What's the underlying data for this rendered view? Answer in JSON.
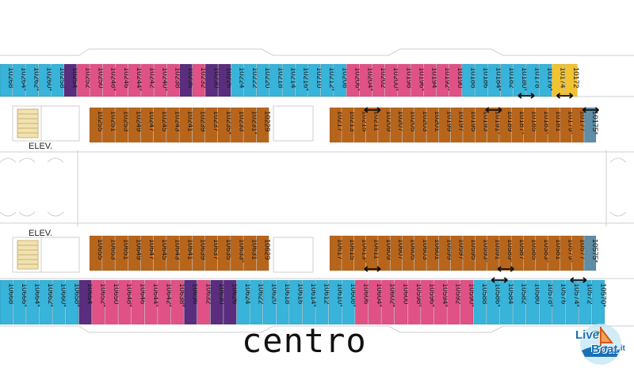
{
  "colors": {
    "cyan": "#38b3d9",
    "pink": "#e05285",
    "purple": "#5a2d7e",
    "orange": "#b8651c",
    "yellow": "#f1c232",
    "slate": "#5f8ea6",
    "hall": "#f4f4f4",
    "line": "#c8c8c8"
  },
  "labels": {
    "title": "centro",
    "elev_top": "ELEV.",
    "elev_bottom": "ELEV.",
    "logo_live": "Live",
    "logo_boat": "Boat",
    "logo_tld": ".it"
  },
  "cabins": {
    "top_outer": [
      {
        "n": "10268",
        "c": "cyan"
      },
      {
        "n": "10264*",
        "c": "cyan"
      },
      {
        "n": "10262*",
        "c": "cyan"
      },
      {
        "n": "10260*",
        "c": "cyan"
      },
      {
        "n": "10258",
        "c": "cyan"
      },
      {
        "n": "10254",
        "c": "purple"
      },
      {
        "n": "10252",
        "c": "pink"
      },
      {
        "n": "10250",
        "c": "pink"
      },
      {
        "n": "10248*",
        "c": "pink"
      },
      {
        "n": "10246",
        "c": "pink"
      },
      {
        "n": "10244*",
        "c": "pink"
      },
      {
        "n": "10242",
        "c": "pink"
      },
      {
        "n": "10240*",
        "c": "pink"
      },
      {
        "n": "10238",
        "c": "pink"
      },
      {
        "n": "10236",
        "c": "purple"
      },
      {
        "n": "10232",
        "c": "pink"
      },
      {
        "n": "10230",
        "c": "purple"
      },
      {
        "n": "10226",
        "c": "purple"
      },
      {
        "n": "10224",
        "c": "cyan"
      },
      {
        "n": "10222",
        "c": "cyan"
      },
      {
        "n": "10220",
        "c": "cyan"
      },
      {
        "n": "10218",
        "c": "cyan"
      },
      {
        "n": "10214",
        "c": "cyan"
      },
      {
        "n": "10216*",
        "c": "cyan"
      },
      {
        "n": "10210",
        "c": "cyan"
      },
      {
        "n": "10212*",
        "c": "cyan"
      },
      {
        "n": "10208",
        "c": "cyan"
      },
      {
        "n": "10206*",
        "c": "pink"
      },
      {
        "n": "10204*",
        "c": "pink"
      },
      {
        "n": "10202",
        "c": "pink"
      },
      {
        "n": "10200*",
        "c": "pink"
      },
      {
        "n": "10198",
        "c": "pink"
      },
      {
        "n": "10196*",
        "c": "pink"
      },
      {
        "n": "10194",
        "c": "pink"
      },
      {
        "n": "10192*",
        "c": "pink"
      },
      {
        "n": "10190",
        "c": "pink"
      },
      {
        "n": "10188",
        "c": "cyan"
      },
      {
        "n": "10186",
        "c": "cyan"
      },
      {
        "n": "10184*",
        "c": "cyan"
      },
      {
        "n": "10182",
        "c": "cyan"
      },
      {
        "n": "10180*",
        "c": "cyan"
      },
      {
        "n": "10178",
        "c": "cyan"
      },
      {
        "n": "10176*",
        "c": "cyan"
      },
      {
        "n": "10174",
        "c": "yellow"
      },
      {
        "n": "10172",
        "c": "yellow"
      }
    ],
    "top_inner_left": [
      "10255",
      "10251",
      "10253",
      "10249",
      "10247",
      "10245",
      "10243",
      "10241",
      "10239",
      "10237",
      "10235*",
      "10233",
      "10231*",
      "10229"
    ],
    "top_inner_right": [
      "10217",
      "10213",
      "10215",
      "10211",
      "10209",
      "10207",
      "10205",
      "10203",
      "10201",
      "10199",
      "10197",
      "10195",
      "10193",
      "10191*",
      "10189",
      "10187*",
      "10185",
      "10183*",
      "10181",
      "10179*",
      "10177",
      "10175*"
    ],
    "bottom_inner_left": [
      "10655",
      "10653",
      "10651",
      "10649",
      "10647",
      "10645",
      "10643",
      "10641",
      "10639",
      "10637",
      "10635",
      "10633*",
      "10631",
      "10629"
    ],
    "bottom_inner_right": [
      "10617",
      "10615",
      "10613*",
      "10611",
      "10609",
      "10607",
      "10605",
      "10603",
      "10601",
      "10599",
      "10597",
      "10595",
      "10593*",
      "10591",
      "10589*",
      "10587",
      "10585",
      "10583*",
      "10581",
      "10579*",
      "10577",
      "10575*"
    ],
    "bottom_outer": [
      {
        "n": "10668",
        "c": "cyan"
      },
      {
        "n": "10666*",
        "c": "cyan"
      },
      {
        "n": "10664*",
        "c": "cyan"
      },
      {
        "n": "10662*",
        "c": "cyan"
      },
      {
        "n": "10660*",
        "c": "cyan"
      },
      {
        "n": "10658*",
        "c": "cyan"
      },
      {
        "n": "10654",
        "c": "purple"
      },
      {
        "n": "10652*",
        "c": "pink"
      },
      {
        "n": "10650",
        "c": "pink"
      },
      {
        "n": "10648*",
        "c": "pink"
      },
      {
        "n": "10646",
        "c": "pink"
      },
      {
        "n": "10644*",
        "c": "pink"
      },
      {
        "n": "10642*",
        "c": "pink"
      },
      {
        "n": "10638*",
        "c": "pink"
      },
      {
        "n": "10636",
        "c": "purple"
      },
      {
        "n": "10632",
        "c": "pink"
      },
      {
        "n": "10630",
        "c": "purple"
      },
      {
        "n": "10626",
        "c": "purple"
      },
      {
        "n": "10624",
        "c": "cyan"
      },
      {
        "n": "10622",
        "c": "cyan"
      },
      {
        "n": "10620",
        "c": "cyan"
      },
      {
        "n": "10618",
        "c": "cyan"
      },
      {
        "n": "10616",
        "c": "cyan"
      },
      {
        "n": "10614*",
        "c": "cyan"
      },
      {
        "n": "10612",
        "c": "cyan"
      },
      {
        "n": "10610*",
        "c": "cyan"
      },
      {
        "n": "10608*",
        "c": "cyan"
      },
      {
        "n": "10606",
        "c": "pink"
      },
      {
        "n": "10604*",
        "c": "pink"
      },
      {
        "n": "10602*",
        "c": "pink"
      },
      {
        "n": "10600",
        "c": "pink"
      },
      {
        "n": "10598*",
        "c": "pink"
      },
      {
        "n": "10596*",
        "c": "pink"
      },
      {
        "n": "10594*",
        "c": "pink"
      },
      {
        "n": "10592",
        "c": "pink"
      },
      {
        "n": "10590*",
        "c": "pink"
      },
      {
        "n": "10588",
        "c": "cyan"
      },
      {
        "n": "10586*",
        "c": "cyan"
      },
      {
        "n": "10584",
        "c": "cyan"
      },
      {
        "n": "10582",
        "c": "cyan"
      },
      {
        "n": "10580",
        "c": "cyan"
      },
      {
        "n": "10578*",
        "c": "cyan"
      },
      {
        "n": "10576",
        "c": "cyan"
      },
      {
        "n": "10574*",
        "c": "cyan"
      },
      {
        "n": "10572",
        "c": "cyan"
      },
      {
        "n": "10570*",
        "c": "cyan"
      }
    ]
  },
  "connectors": {
    "top_outer": [
      "10180*",
      "10174"
    ],
    "top_inner": [
      "10211",
      "10191*",
      "10175*"
    ],
    "bottom_inner": [
      "10611",
      "10589*"
    ],
    "bottom_outer": [
      "10586*",
      "10574*"
    ]
  }
}
